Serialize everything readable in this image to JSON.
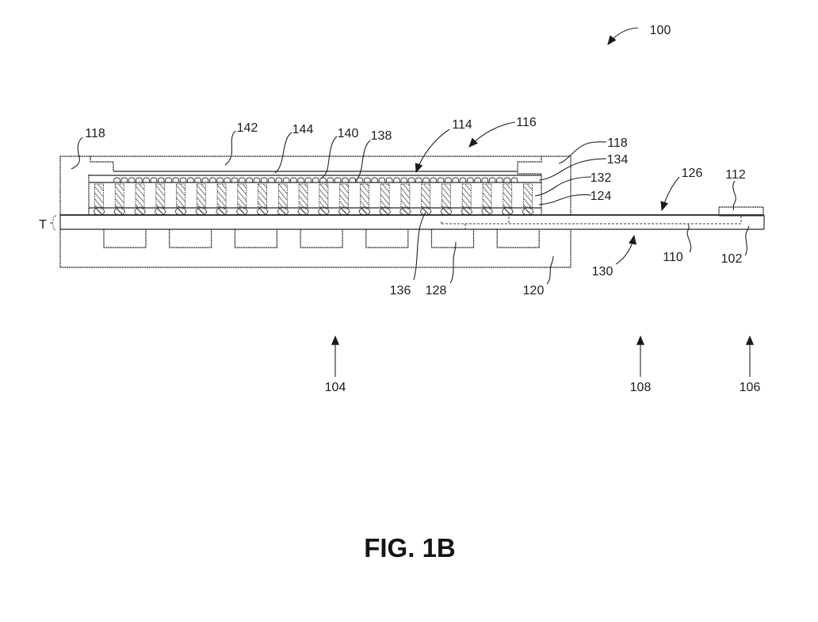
{
  "figure": {
    "title": "FIG. 1B",
    "ink_color": "#222222",
    "background_color": "#ffffff"
  },
  "reference_numerals": {
    "assembly_100": "100",
    "frame_118_left": "118",
    "lid_142": "142",
    "layer_144": "144",
    "layer_140": "140",
    "layer_138": "138",
    "package_114": "114",
    "region_116": "116",
    "frame_118_right": "118",
    "layer_134": "134",
    "layer_132": "132",
    "layer_124": "124",
    "surface_126": "126",
    "component_112": "112",
    "trace_110": "110",
    "substrate_102": "102",
    "surface_130": "130",
    "base_120": "120",
    "pad_128": "128",
    "ball_136": "136",
    "region_104": "104",
    "region_108": "108",
    "region_106": "106",
    "thickness_T": "T"
  },
  "structure_counts": {
    "solder_balls": 22,
    "pillars": 22,
    "micro_bumps": 55,
    "pads": 7
  }
}
